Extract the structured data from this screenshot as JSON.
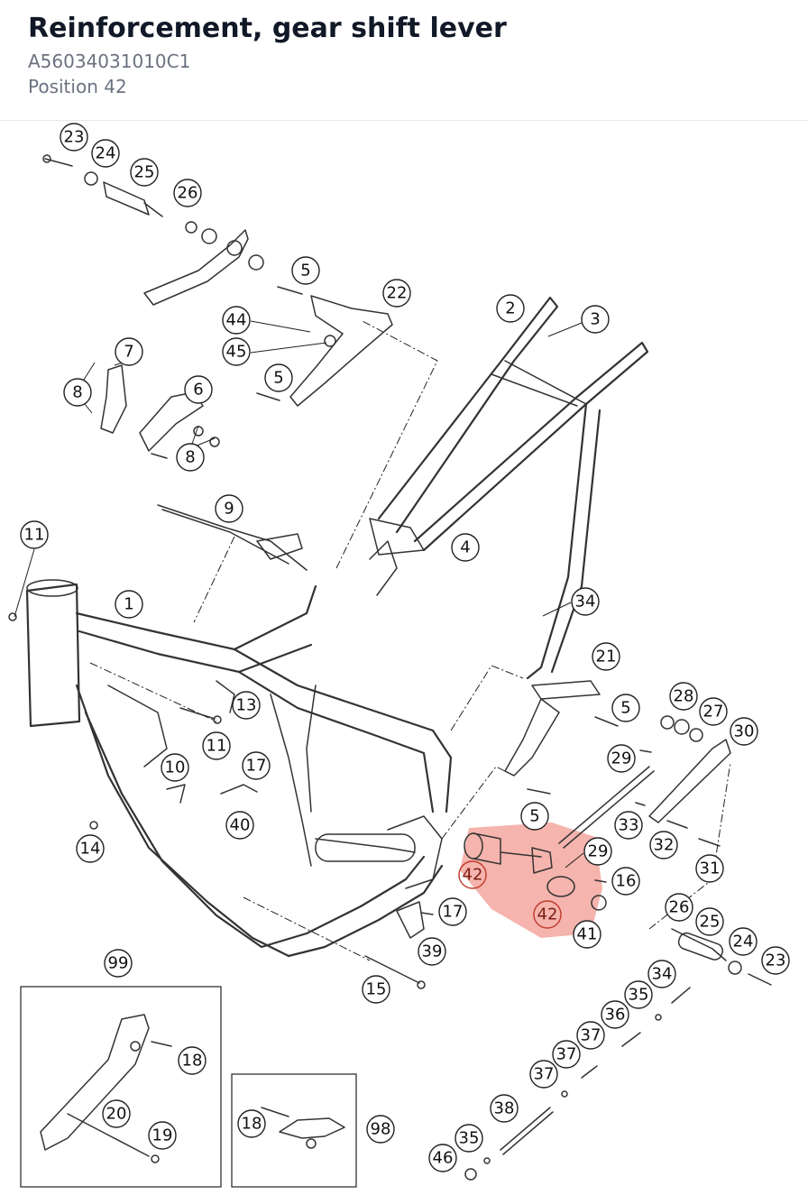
{
  "header": {
    "title": "Reinforcement, gear shift lever",
    "part_number": "A56034031010C1",
    "position": "Position 42"
  },
  "diagram": {
    "highlight_color": "#e74c3c",
    "selected_position": "42",
    "callouts": [
      {
        "id": "c23a",
        "label": "23"
      },
      {
        "id": "c24a",
        "label": "24"
      },
      {
        "id": "c25a",
        "label": "25"
      },
      {
        "id": "c26a",
        "label": "26"
      },
      {
        "id": "c5a",
        "label": "5"
      },
      {
        "id": "c22",
        "label": "22"
      },
      {
        "id": "c2",
        "label": "2"
      },
      {
        "id": "c3",
        "label": "3"
      },
      {
        "id": "c44",
        "label": "44"
      },
      {
        "id": "c45",
        "label": "45"
      },
      {
        "id": "c7",
        "label": "7"
      },
      {
        "id": "c5b",
        "label": "5"
      },
      {
        "id": "c8a",
        "label": "8"
      },
      {
        "id": "c6",
        "label": "6"
      },
      {
        "id": "c8b",
        "label": "8"
      },
      {
        "id": "c9",
        "label": "9"
      },
      {
        "id": "c11a",
        "label": "11"
      },
      {
        "id": "c4",
        "label": "4"
      },
      {
        "id": "c1",
        "label": "1"
      },
      {
        "id": "c34a",
        "label": "34"
      },
      {
        "id": "c21",
        "label": "21"
      },
      {
        "id": "c13",
        "label": "13"
      },
      {
        "id": "c5c",
        "label": "5"
      },
      {
        "id": "c28",
        "label": "28"
      },
      {
        "id": "c27",
        "label": "27"
      },
      {
        "id": "c30",
        "label": "30"
      },
      {
        "id": "c11b",
        "label": "11"
      },
      {
        "id": "c10",
        "label": "10"
      },
      {
        "id": "c17a",
        "label": "17"
      },
      {
        "id": "c29a",
        "label": "29"
      },
      {
        "id": "c40",
        "label": "40"
      },
      {
        "id": "c5d",
        "label": "5"
      },
      {
        "id": "c33",
        "label": "33"
      },
      {
        "id": "c32",
        "label": "32"
      },
      {
        "id": "c14",
        "label": "14"
      },
      {
        "id": "c29b",
        "label": "29"
      },
      {
        "id": "c31",
        "label": "31"
      },
      {
        "id": "c42a",
        "label": "42"
      },
      {
        "id": "c16",
        "label": "16"
      },
      {
        "id": "c17b",
        "label": "17"
      },
      {
        "id": "c42b",
        "label": "42"
      },
      {
        "id": "c26b",
        "label": "26"
      },
      {
        "id": "c41",
        "label": "41"
      },
      {
        "id": "c25b",
        "label": "25"
      },
      {
        "id": "c39",
        "label": "39"
      },
      {
        "id": "c24b",
        "label": "24"
      },
      {
        "id": "c23b",
        "label": "23"
      },
      {
        "id": "c99",
        "label": "99"
      },
      {
        "id": "c15",
        "label": "15"
      },
      {
        "id": "c34b",
        "label": "34"
      },
      {
        "id": "c35a",
        "label": "35"
      },
      {
        "id": "c36",
        "label": "36"
      },
      {
        "id": "c18a",
        "label": "18"
      },
      {
        "id": "c37a",
        "label": "37"
      },
      {
        "id": "c37b",
        "label": "37"
      },
      {
        "id": "c37c",
        "label": "37"
      },
      {
        "id": "c20",
        "label": "20"
      },
      {
        "id": "c38",
        "label": "38"
      },
      {
        "id": "c19",
        "label": "19"
      },
      {
        "id": "c18b",
        "label": "18"
      },
      {
        "id": "c98",
        "label": "98"
      },
      {
        "id": "c35b",
        "label": "35"
      },
      {
        "id": "c46",
        "label": "46"
      }
    ]
  }
}
